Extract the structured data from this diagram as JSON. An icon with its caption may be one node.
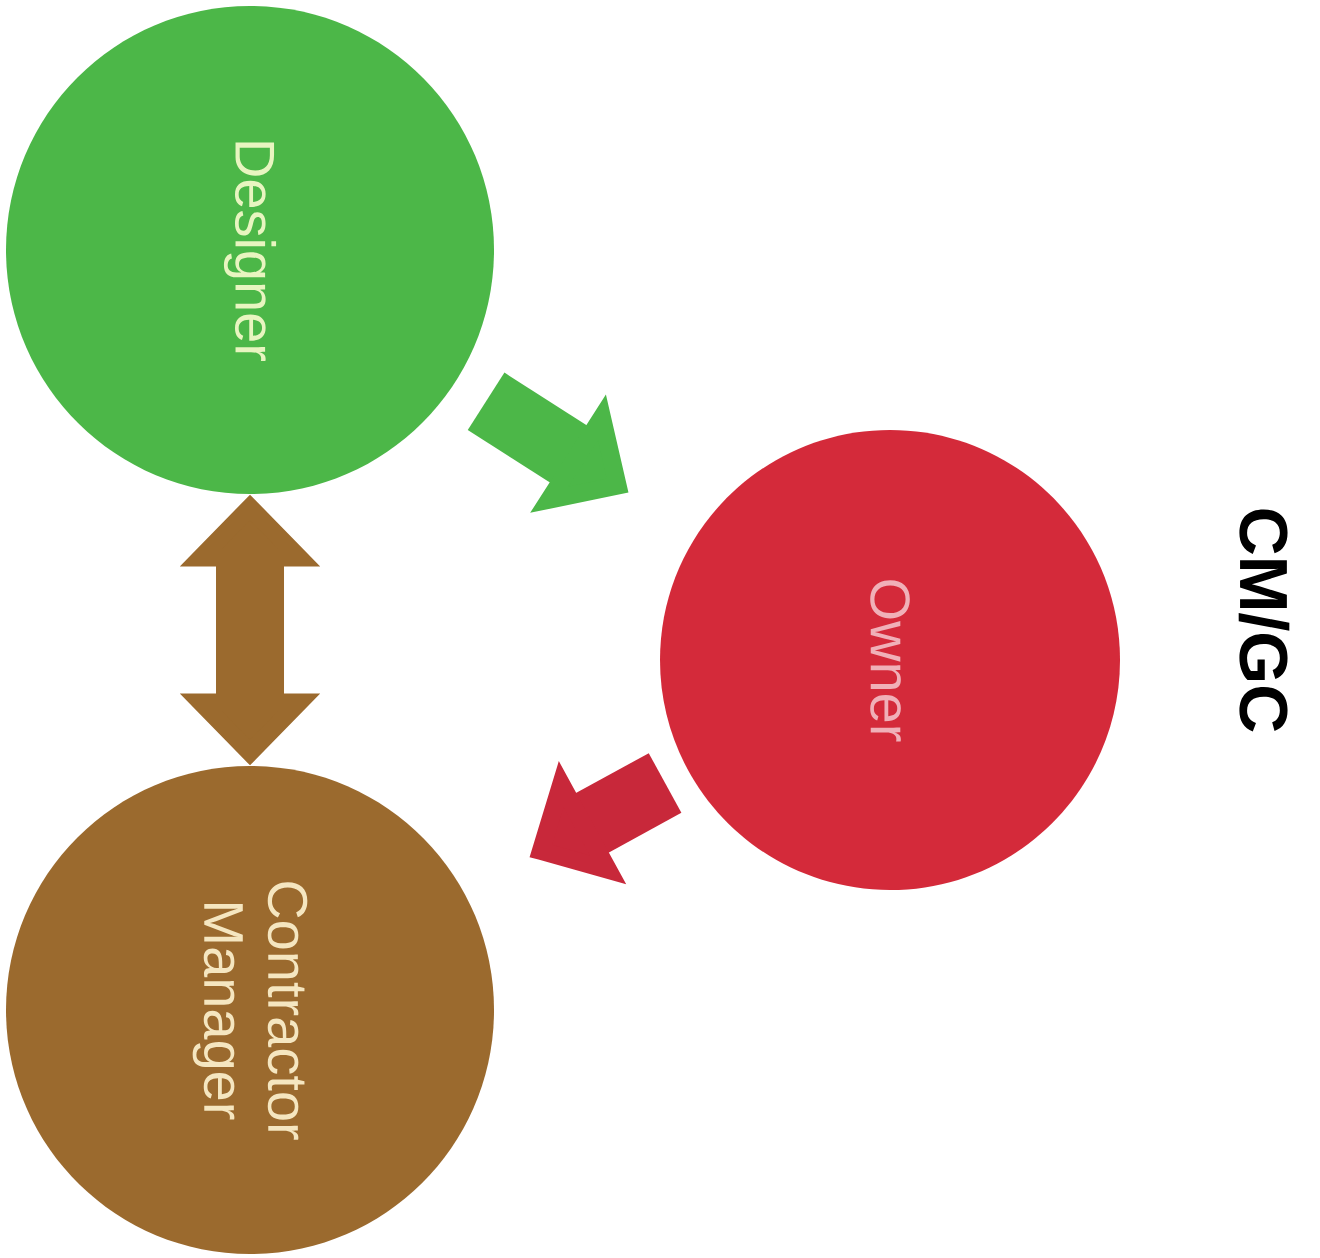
{
  "diagram": {
    "title": "CM/GC",
    "nodes": [
      {
        "text": [
          "Designer"
        ]
      },
      {
        "text": [
          "Owner"
        ]
      },
      {
        "text": [
          "Contractor Manager"
        ]
      }
    ],
    "edges": [
      {
        "from": 0,
        "to": 1,
        "arrow": "to",
        "color": "#4cb748"
      },
      {
        "from": 1,
        "to": 2,
        "arrow": "to",
        "color": "#c8283a"
      },
      {
        "from": 2,
        "to": 0,
        "arrow": "both",
        "color": "#9b6a2e"
      }
    ]
  }
}
